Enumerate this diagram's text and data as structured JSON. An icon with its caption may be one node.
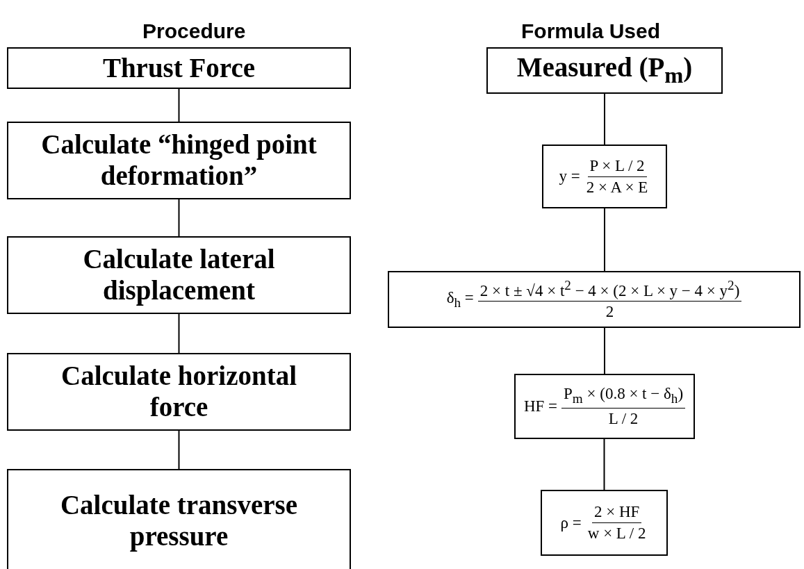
{
  "diagram": {
    "nodes": [
      {
        "text": [
          "Thrust Force"
        ]
      },
      {
        "text": [
          "Calculate “hinged point deformation”"
        ]
      },
      {
        "text": [
          "Calculate lateral displacement"
        ]
      },
      {
        "text": [
          "Calculate horizontal force"
        ]
      },
      {
        "text": [
          "Calculate transverse pressure"
        ]
      },
      {
        "text": [
          "Measured (P$_{m}$)"
        ]
      },
      {
        "text": [
          "y =",
          "P × L / 2",
          "2 × A × E"
        ]
      },
      {
        "text": [
          "δ$_{h}$ =",
          "2 × t ± √4 × t$^{2}$ − 4 × (2 × L × y − 4 × y$^{2}$)",
          "2"
        ]
      },
      {
        "text": [
          "HF =",
          "P$_{m}$ × (0.8 × t − δ$_{h}$)",
          "L / 2"
        ]
      },
      {
        "text": [
          "ρ =",
          "2 × HF",
          "w × L / 2"
        ]
      }
    ],
    "edges": [
      {
        "from": 0,
        "to": 1,
        "arrow": "none"
      },
      {
        "from": 1,
        "to": 2,
        "arrow": "none"
      },
      {
        "from": 2,
        "to": 3,
        "arrow": "none"
      },
      {
        "from": 3,
        "to": 4,
        "arrow": "none"
      },
      {
        "from": 5,
        "to": 6,
        "arrow": "none"
      },
      {
        "from": 6,
        "to": 7,
        "arrow": "none"
      },
      {
        "from": 7,
        "to": 8,
        "arrow": "none"
      },
      {
        "from": 8,
        "to": 9,
        "arrow": "none"
      }
    ],
    "labels": [
      "Procedure",
      "Formula Used"
    ]
  }
}
